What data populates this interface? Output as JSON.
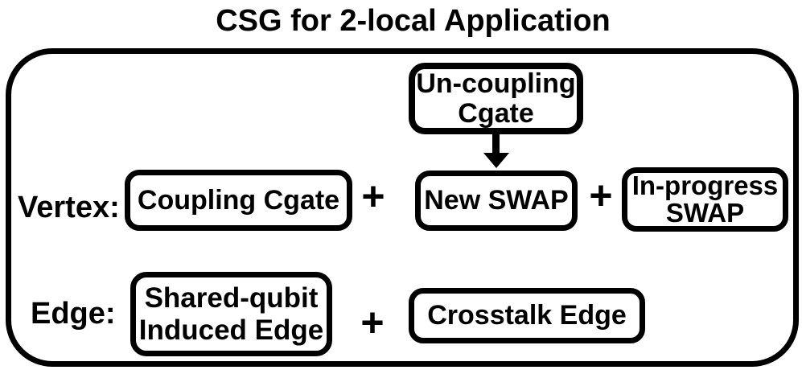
{
  "title": "CSG for 2-local Application",
  "colors": {
    "ink": "#000000",
    "background": "#ffffff"
  },
  "rows": {
    "vertex": {
      "label": "Vertex:",
      "plus1": "+",
      "plus2": "+"
    },
    "edge": {
      "label": "Edge:",
      "plus1": "+"
    }
  },
  "nodes": {
    "uncoupling_cgate": {
      "line1": "Un-coupling",
      "line2": "Cgate"
    },
    "coupling_cgate": {
      "label": "Coupling Cgate"
    },
    "new_swap": {
      "label": "New SWAP"
    },
    "in_progress_swap": {
      "line1": "In-progress",
      "line2": "SWAP"
    },
    "shared_qubit_induced_edge": {
      "line1": "Shared-qubit",
      "line2": "Induced Edge"
    },
    "crosstalk_edge": {
      "label": "Crosstalk Edge"
    }
  }
}
